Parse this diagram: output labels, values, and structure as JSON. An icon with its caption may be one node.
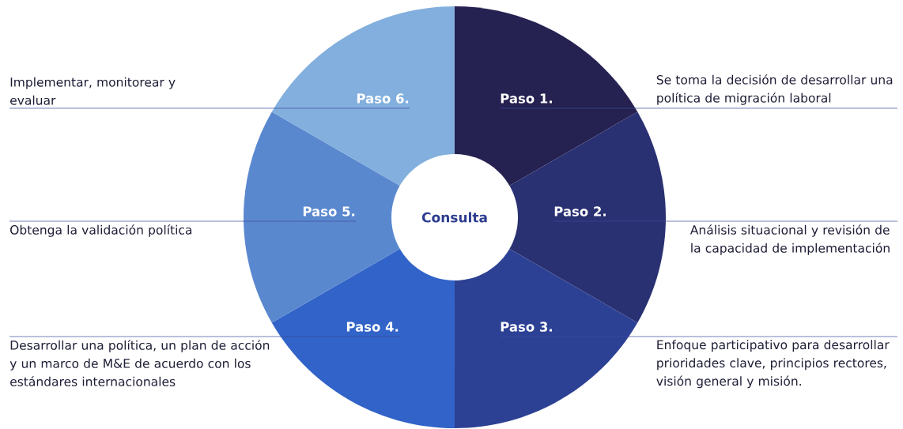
{
  "diagram": {
    "nodes": [
      {
        "text": [
          "Consulta"
        ]
      },
      {
        "text": [
          "Paso 1."
        ]
      },
      {
        "text": [
          "Paso 2."
        ]
      },
      {
        "text": [
          "Paso 3."
        ]
      },
      {
        "text": [
          "Paso 4."
        ]
      },
      {
        "text": [
          "Paso 5."
        ]
      },
      {
        "text": [
          "Paso 6."
        ]
      },
      {
        "text": [
          "Se toma la decisión de desarrollar una política de migración laboral"
        ]
      },
      {
        "text": [
          "Análisis situacional y revisión de la capacidad de implementación"
        ]
      },
      {
        "text": [
          "Enfoque participativo para desarrollar prioridades clave, principios rectores, visión general y misión."
        ]
      },
      {
        "text": [
          "Desarrollar una política, un plan de acción y un marco de M&E de acuerdo con los estándares internacionales"
        ]
      },
      {
        "text": [
          "Obtenga la validación política"
        ]
      },
      {
        "text": [
          "Implementar, monitorear y evaluar"
        ]
      }
    ],
    "edges": [
      {
        "from": 7,
        "to": 1,
        "arrow": "none"
      },
      {
        "from": 8,
        "to": 2,
        "arrow": "none"
      },
      {
        "from": 9,
        "to": 3,
        "arrow": "none"
      },
      {
        "from": 10,
        "to": 4,
        "arrow": "none"
      },
      {
        "from": 11,
        "to": 5,
        "arrow": "none"
      },
      {
        "from": 12,
        "to": 6,
        "arrow": "none"
      }
    ]
  }
}
